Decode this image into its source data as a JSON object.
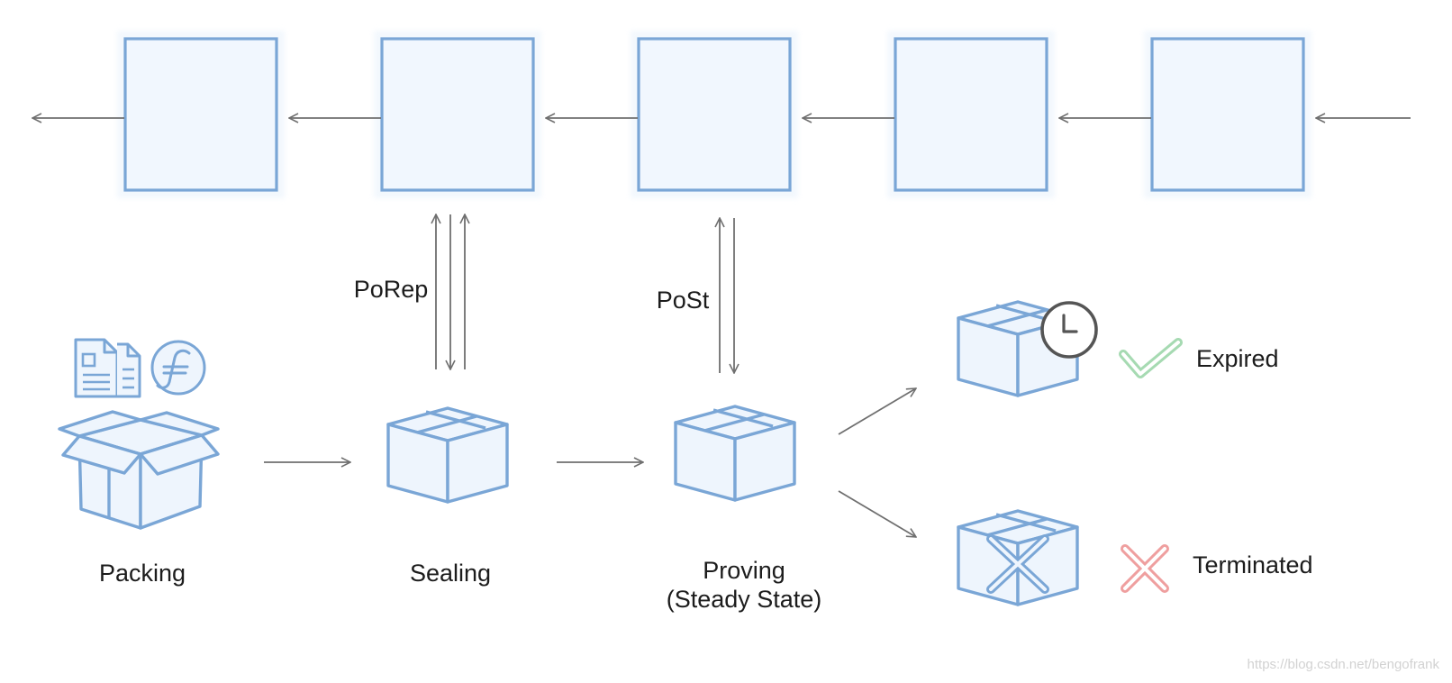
{
  "stages": {
    "packing": "Packing",
    "sealing": "Sealing",
    "proving_line1": "Proving",
    "proving_line2": "(Steady State)"
  },
  "proofs": {
    "porep": "PoRep",
    "post": "PoSt"
  },
  "outcomes": {
    "expired": "Expired",
    "terminated": "Terminated"
  },
  "icons": {
    "packing_documents": "documents-icon",
    "packing_coin": "filecoin-icon",
    "expired_clock": "clock-icon",
    "expired_mark": "check-icon",
    "terminated_mark": "cross-icon"
  },
  "colors": {
    "block_stroke": "#7aa6d6",
    "block_fill": "#eef5fd",
    "arrow": "#6f6f6f",
    "check": "#7cc68d",
    "cross": "#e07777",
    "clock": "#555555"
  },
  "watermark": "https://blog.csdn.net/bengofrank"
}
